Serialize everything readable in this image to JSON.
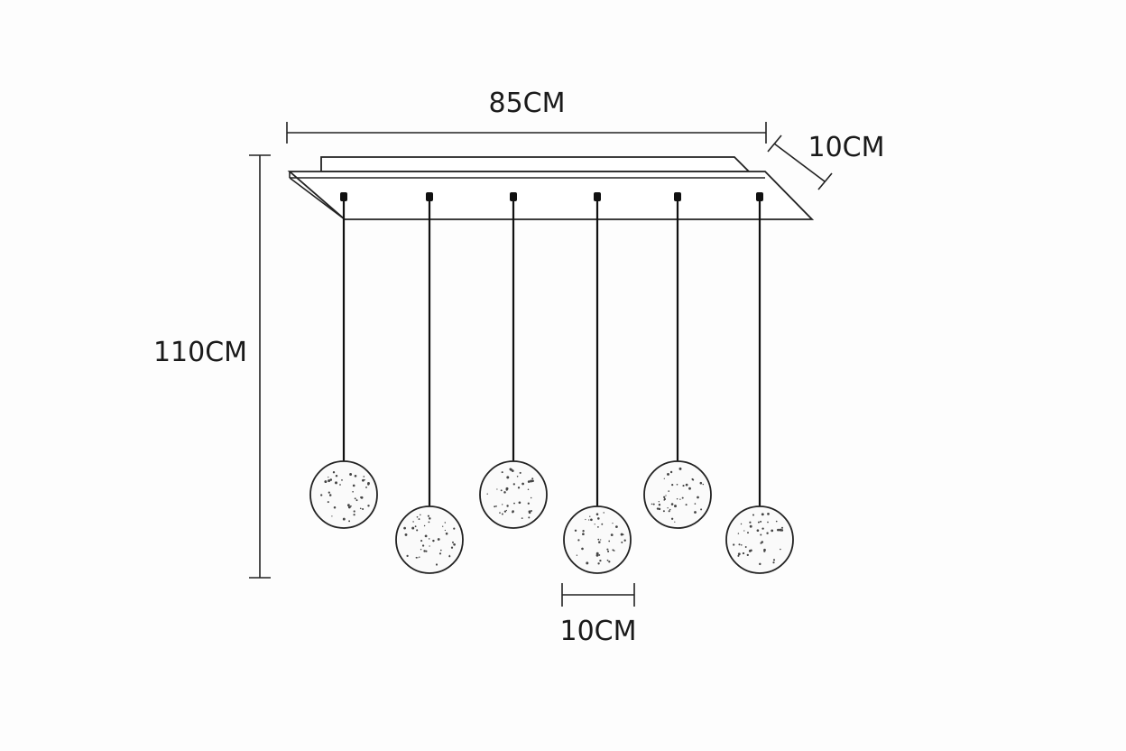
{
  "dimensions": {
    "width_label": "85CM",
    "depth_label": "10CM",
    "height_label": "110CM",
    "globe_label": "10CM"
  },
  "fixture": {
    "pendant_count": 6,
    "pendant_drops": [
      "short",
      "long",
      "short",
      "long",
      "short",
      "long"
    ]
  },
  "colors": {
    "line": "#222222",
    "background": "#fdfdfd"
  }
}
